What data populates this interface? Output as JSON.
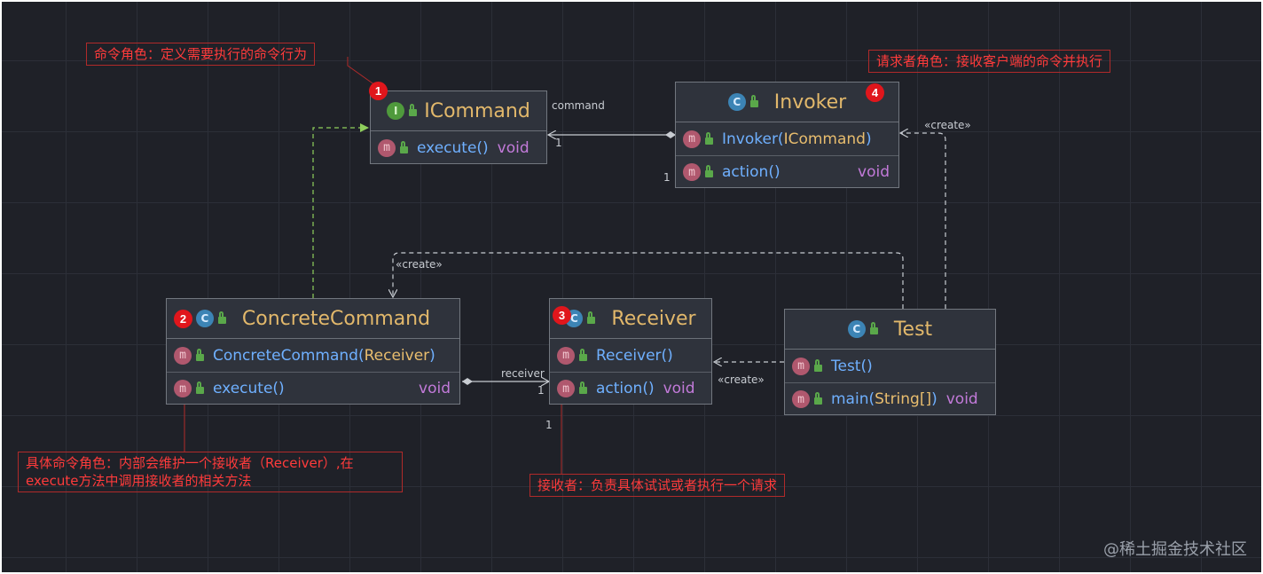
{
  "classes": {
    "icommand": {
      "kind": "I",
      "name": "ICommand",
      "badge": "1",
      "rows": [
        {
          "name": "execute()",
          "param": "",
          "suffix": "",
          "ret": "void"
        }
      ]
    },
    "invoker": {
      "kind": "C",
      "name": "Invoker",
      "badge": "4",
      "rows": [
        {
          "name": "Invoker(",
          "param": "ICommand",
          "suffix": ")",
          "ret": ""
        },
        {
          "name": "action()",
          "param": "",
          "suffix": "",
          "ret": "void"
        }
      ]
    },
    "concrete": {
      "kind": "C",
      "name": "ConcreteCommand",
      "badge": "2",
      "rows": [
        {
          "name": "ConcreteCommand(",
          "param": "Receiver",
          "suffix": ")",
          "ret": ""
        },
        {
          "name": "execute()",
          "param": "",
          "suffix": "",
          "ret": "void"
        }
      ]
    },
    "receiver": {
      "kind": "C",
      "name": "Receiver",
      "badge": "3",
      "rows": [
        {
          "name": "Receiver()",
          "param": "",
          "suffix": "",
          "ret": ""
        },
        {
          "name": "action()",
          "param": "",
          "suffix": "",
          "ret": "void"
        }
      ]
    },
    "test": {
      "kind": "C",
      "name": "Test",
      "rows": [
        {
          "name": "Test()",
          "param": "",
          "suffix": "",
          "ret": ""
        },
        {
          "name": "main(",
          "param": "String[]",
          "suffix": ")",
          "ret": "void"
        }
      ]
    }
  },
  "icon_letters": {
    "method": "m",
    "class": "C",
    "interface": "I"
  },
  "edge_labels": {
    "command": "command",
    "command_mult_left": "1",
    "command_mult_right": "1",
    "receiver": "receiver",
    "receiver_mult": "1",
    "receiver_mult_below": "1",
    "create_invoker": "«create»",
    "create_concrete": "«create»",
    "create_receiver": "«create»"
  },
  "notes": {
    "command_role": "命令角色：定义需要执行的命令行为",
    "invoker_role": "请求者角色：接收客户端的命令并执行",
    "concrete_role_line1": "具体命令角色：内部会维护一个接收者（Receiver）,在",
    "concrete_role_line2": "execute方法中调用接收者的相关方法",
    "receiver_role": "接收者：负责具体试试或者执行一个请求"
  },
  "watermark": "@稀土掘金技术社区",
  "colors": {
    "background": "#1f2128",
    "class_name": "#e2b86b",
    "method": "#6fb0ff",
    "return_type": "#c27ad9",
    "note": "#ff3b3b",
    "badge": "#e0161c"
  }
}
